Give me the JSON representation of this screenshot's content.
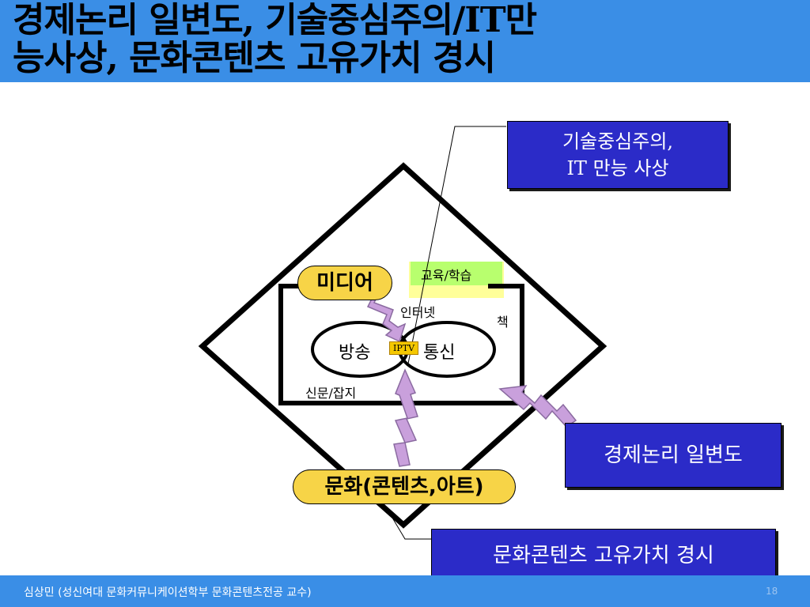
{
  "slide": {
    "title_line1": "경제논리 일변도, 기술중심주의/IT만",
    "title_line2": "능사상, 문화콘텐츠 고유가치 경시",
    "footer": "심상민 (성신여대 문화커뮤니케이션학부 문화콘텐츠전공 교수)",
    "page_number": "18"
  },
  "callouts": {
    "tech_line1": "기술중심주의,",
    "tech_line2": "IT 만능 사상",
    "economy": "경제논리 일변도",
    "culture_value": "문화콘텐츠 고유가치 경시"
  },
  "diagram": {
    "media": "미디어",
    "culture": "문화(콘텐츠,아트)",
    "education": "교육/학습",
    "internet": "인터넷",
    "book": "책",
    "broadcast": "방송",
    "telecom": "통신",
    "iptv": "IPTV",
    "newspaper": "신문/잡지"
  },
  "colors": {
    "header_bar": "#3a8ee6",
    "callout_box": "#2b2bc8",
    "pill": "#f7d447",
    "arrow": "#c9a0dc"
  }
}
